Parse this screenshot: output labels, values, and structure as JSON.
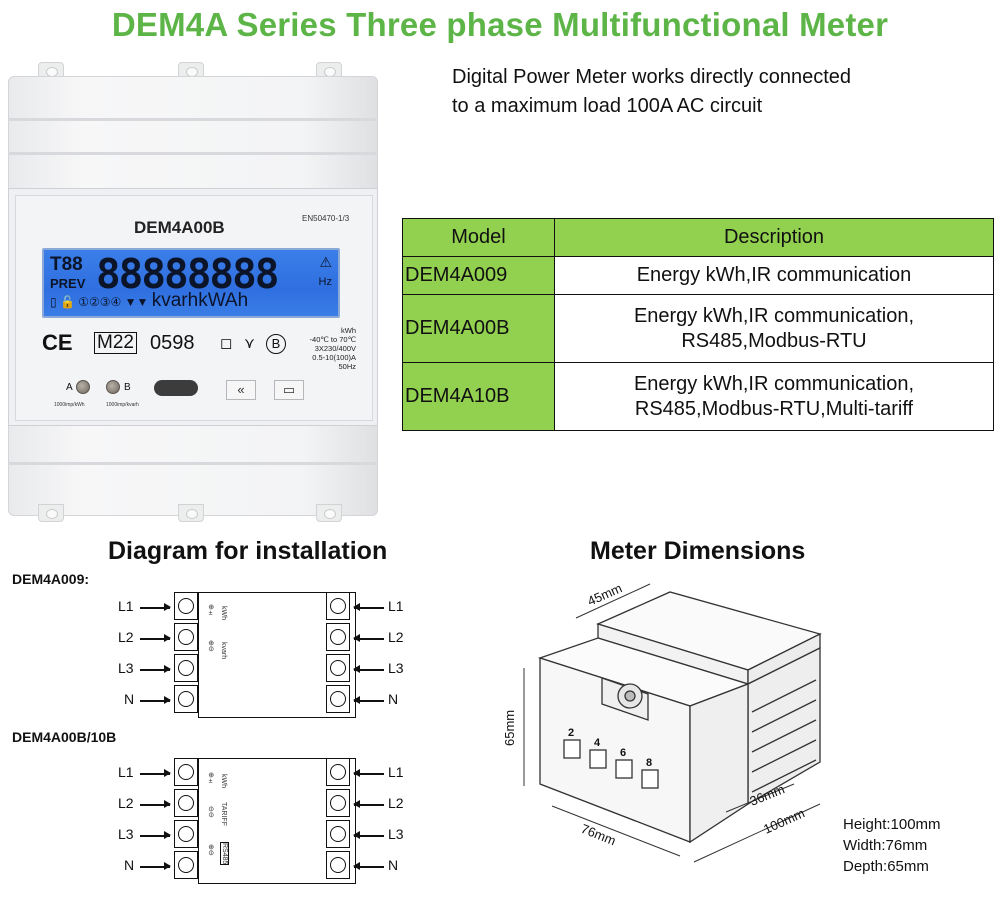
{
  "title": "DEM4A Series Three phase Multifunctional Meter",
  "intro": {
    "line1": "Digital Power Meter works directly connected",
    "line2": "to a maximum load 100A AC circuit"
  },
  "meter_photo": {
    "model": "DEM4A00B",
    "standard": "EN50470-1/3",
    "lcd_t": "T88",
    "lcd_prev": "PREV",
    "lcd_digits": "88888888",
    "lcd_hz": "Hz",
    "lcd_tariffs": "①②③④",
    "lcd_units": "kvarhkWAh",
    "ce": "CE",
    "mark": "M22",
    "serial": "0598",
    "class": "B",
    "specs": [
      "kWh",
      "-40℃ to 70℃",
      "3X230/400V",
      "0.5-10(100)A",
      "50Hz"
    ],
    "led_a": "A",
    "led_b": "B",
    "led_a_sub": "1000imp/kWh",
    "led_b_sub": "1000imp/kvarh",
    "btn_scroll": "«"
  },
  "models_table": {
    "headers": [
      "Model",
      "Description"
    ],
    "rows": [
      {
        "model": "DEM4A009",
        "line1": "Energy kWh,IR communication",
        "line2": ""
      },
      {
        "model": "DEM4A00B",
        "line1": "Energy kWh,IR communication,",
        "line2": "RS485,Modbus-RTU"
      },
      {
        "model": "DEM4A10B",
        "line1": "Energy kWh,IR communication,",
        "line2": "RS485,Modbus-RTU,Multi-tariff"
      }
    ]
  },
  "installation": {
    "heading": "Diagram for installation",
    "diagram1_label": "DEM4A009:",
    "diagram2_label": "DEM4A00B/10B",
    "lines": [
      "L1",
      "L2",
      "L3",
      "N"
    ],
    "d1_marks": [
      "kWh",
      "kvarh"
    ],
    "d2_marks": [
      "kWh",
      "TARIFF",
      "RS485"
    ]
  },
  "dimensions": {
    "heading": "Meter Dimensions",
    "depth_top": "45mm",
    "height_side": "65mm",
    "width_front": "76mm",
    "bottom_inner": "36mm",
    "bottom_outer": "100mm",
    "terminals": [
      "2",
      "4",
      "6",
      "8"
    ],
    "height": "Height:100mm",
    "width": "Width:76mm",
    "depth": "Depth:65mm"
  },
  "colors": {
    "title_green": "#5db548",
    "table_green": "#92d050",
    "lcd_blue": "#3b7ee8"
  }
}
